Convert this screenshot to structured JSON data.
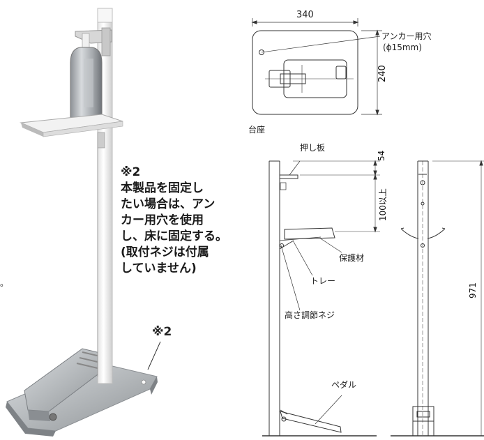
{
  "top_view": {
    "width_label": "340",
    "height_label": "240",
    "anchor_hole_label": "アンカー用穴",
    "anchor_hole_size": "(ϕ15mm)",
    "base_label": "台座"
  },
  "side_view": {
    "push_plate_label": "押し板",
    "dim_54": "54",
    "dim_100": "100以上",
    "protector_label": "保護材",
    "tray_label": "トレー",
    "height_screw_label": "高さ調節ネジ",
    "pedal_label": "ペダル"
  },
  "front_view": {
    "height_label": "971"
  },
  "note": {
    "mark": "※2",
    "lines": [
      "本製品を固定し",
      "たい場合は、アン",
      "カー用穴を使用",
      "し、床に固定する。",
      "(取付ネジは付属",
      "していません)"
    ]
  },
  "photo": {
    "mark_label": "※2",
    "edge_glyph": "。"
  },
  "colors": {
    "line": "#333333",
    "steel": "#b9bcbf",
    "white_frame": "#f4f4f4"
  }
}
